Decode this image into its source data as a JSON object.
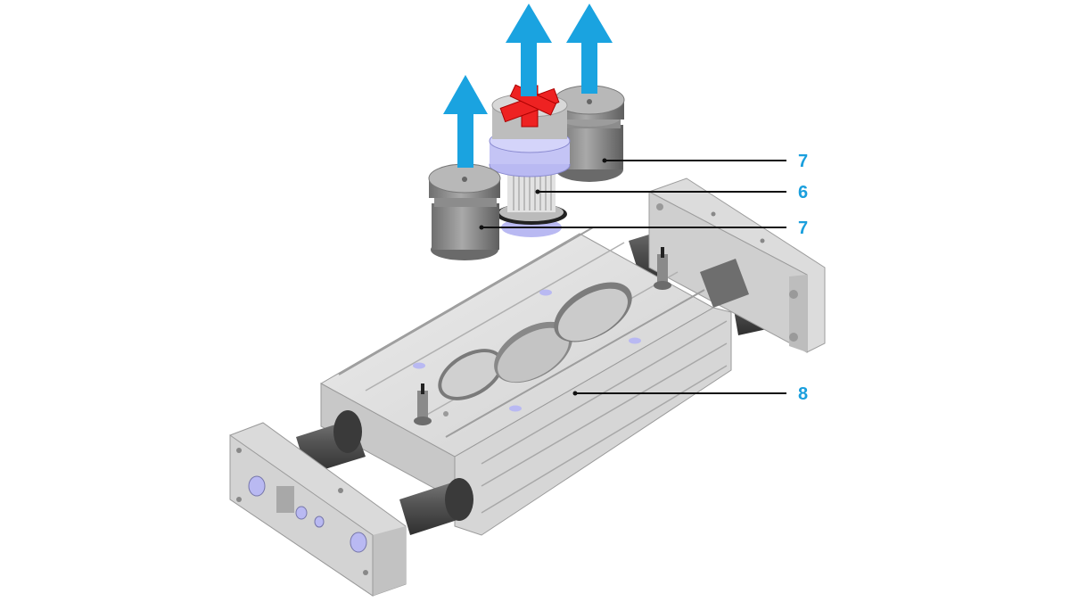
{
  "diagram": {
    "colors": {
      "arrow": "#1aa3e0",
      "label": "#1a9fdd",
      "leader": "#111111",
      "metal_light": "#e6e6e6",
      "metal_mid": "#c9c9c9",
      "metal_dark": "#9a9a9a",
      "rubber": "#7d7d7d",
      "coupling_red": "#ee2222",
      "bushing_lilac": "#b9b9f2",
      "rod": "#555555"
    },
    "callouts": [
      {
        "id": "upper-bushing",
        "label": "7"
      },
      {
        "id": "coupling-assembly",
        "label": "6"
      },
      {
        "id": "lower-bushing",
        "label": "7"
      },
      {
        "id": "slide-plate",
        "label": "8"
      }
    ],
    "arrows": [
      {
        "id": "left-bushing-arrow",
        "direction": "up"
      },
      {
        "id": "coupling-arrow",
        "direction": "up"
      },
      {
        "id": "right-bushing-arrow",
        "direction": "up"
      }
    ]
  }
}
